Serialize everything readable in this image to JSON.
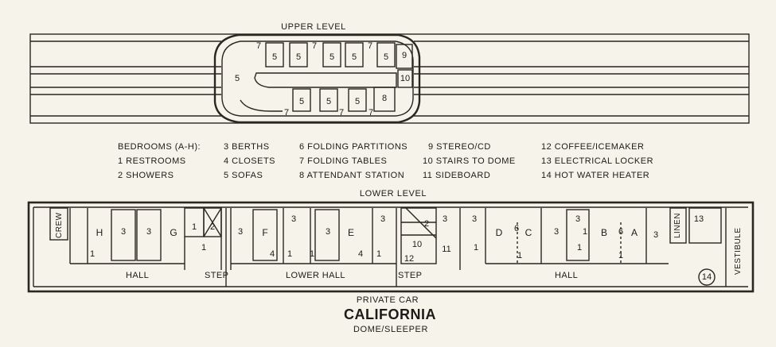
{
  "upper_level": {
    "heading": "UPPER LEVEL",
    "numbers_top": [
      "7",
      "5",
      "5",
      "7",
      "5",
      "5",
      "7",
      "5",
      "9"
    ],
    "numbers_mid": [
      "5",
      "10"
    ],
    "numbers_bottom": [
      "7",
      "5",
      "5",
      "7",
      "5",
      "8",
      "7"
    ]
  },
  "legend": {
    "col1": [
      "BEDROOMS (A-H):",
      "1  RESTROOMS",
      "2  SHOWERS"
    ],
    "col2": [
      "3  BERTHS",
      "4  CLOSETS",
      "5  SOFAS"
    ],
    "col3": [
      "6  FOLDING PARTITIONS",
      "7  FOLDING TABLES",
      "8  ATTENDANT STATION"
    ],
    "col4": [
      "9  STEREO/CD",
      "10  STAIRS TO DOME",
      "11  SIDEBOARD"
    ],
    "col5": [
      "12  COFFEE/ICEMAKER",
      "13  ELECTRICAL LOCKER",
      "14  HOT WATER HEATER"
    ]
  },
  "lower_level": {
    "heading": "LOWER LEVEL",
    "crew": "CREW",
    "linen": "LINEN",
    "vestibule": "VESTIBULE",
    "hall_left": "HALL",
    "step_left": "STEP",
    "lower_hall": "LOWER HALL",
    "step_right": "STEP",
    "hall_right": "HALL",
    "bedrooms": [
      "H",
      "G",
      "F",
      "E",
      "D",
      "C",
      "B",
      "A"
    ],
    "numbers": [
      "1",
      "3",
      "3",
      "1",
      "2",
      "1",
      "3",
      "3",
      "1",
      "4",
      "3",
      "1",
      "3",
      "1",
      "4",
      "3",
      "3",
      "2",
      "10",
      "12",
      "11",
      "3",
      "1",
      "6",
      "1",
      "1",
      "3",
      "1",
      "6",
      "1",
      "3",
      "13",
      "14"
    ]
  },
  "footer": {
    "line1": "PRIVATE CAR",
    "line2": "CALIFORNIA",
    "line3": "DOME/SLEEPER"
  }
}
